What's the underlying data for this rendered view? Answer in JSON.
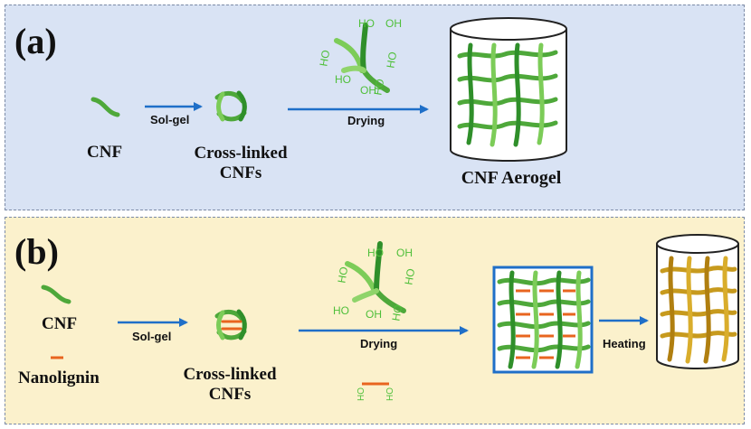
{
  "panel_a": {
    "label": "(a)",
    "cnf_label": "CNF",
    "step1": "Sol-gel",
    "crosslinked_line1": "Cross-linked",
    "crosslinked_line2": "CNFs",
    "step2": "Drying",
    "product": "CNF Aerogel",
    "hydroxyl": "HO",
    "hydroxyl2": "OH"
  },
  "panel_b": {
    "label": "(b)",
    "cnf_label": "CNF",
    "lignin_label": "Nanolignin",
    "step1": "Sol-gel",
    "crosslinked_line1": "Cross-linked",
    "crosslinked_line2": "CNFs",
    "step2": "Drying",
    "step3": "Heating"
  },
  "colors": {
    "fiber_green": "#4ea83a",
    "fiber_light": "#8fd46a",
    "lignin_orange": "#e8651f",
    "arrow_blue": "#1f6fc8",
    "carbon_gold": "#c79a1d"
  }
}
